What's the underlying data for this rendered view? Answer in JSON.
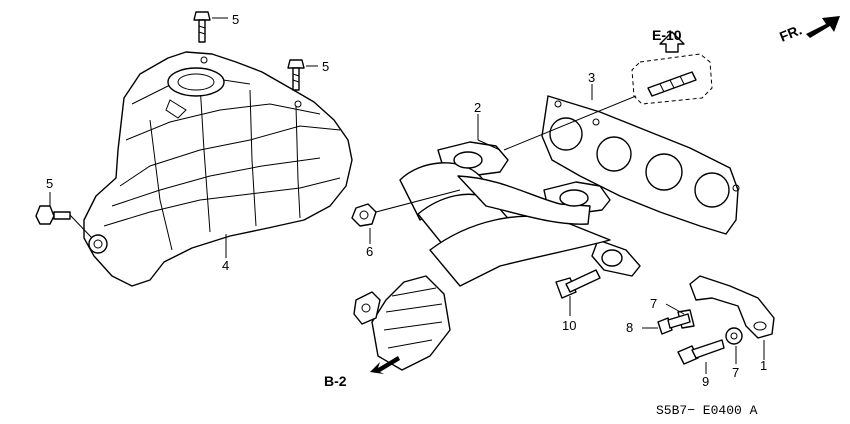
{
  "callouts": {
    "p1": "1",
    "p2": "2",
    "p3": "3",
    "p4": "4",
    "p5a": "5",
    "p5b": "5",
    "p5c": "5",
    "p6": "6",
    "p7a": "7",
    "p7b": "7",
    "p8": "8",
    "p9": "9",
    "p10": "10"
  },
  "refs": {
    "e10": "E-10",
    "b2": "B-2",
    "fr": "FR."
  },
  "diagram_code": "S5B7− E0400 A"
}
